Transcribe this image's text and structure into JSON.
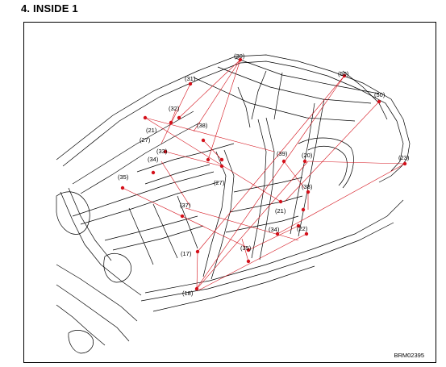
{
  "heading": "4.  INSIDE 1",
  "figure_code": "BRM02395",
  "colors": {
    "point": "#d4101a",
    "line": "#d4101a",
    "outline": "#000000"
  },
  "callouts": {
    "c30": "(30)",
    "c31": "(31)",
    "c32": "(32)",
    "c21a": "(21)",
    "c27a": "(27)",
    "c38a": "(38)",
    "c33": "(33)",
    "c34a": "(34)",
    "c27b": "(27)",
    "c35a": "(35)",
    "c37": "(37)",
    "c50a": "(50)",
    "c50b": "(50)",
    "c39": "(39)",
    "c20": "(20)",
    "c23": "(23)",
    "c38b": "(38)",
    "c21b": "(21)",
    "c34b": "(34)",
    "c22": "(22)",
    "c35b": "(35)",
    "c17": "(17)",
    "c18": "(18)"
  }
}
